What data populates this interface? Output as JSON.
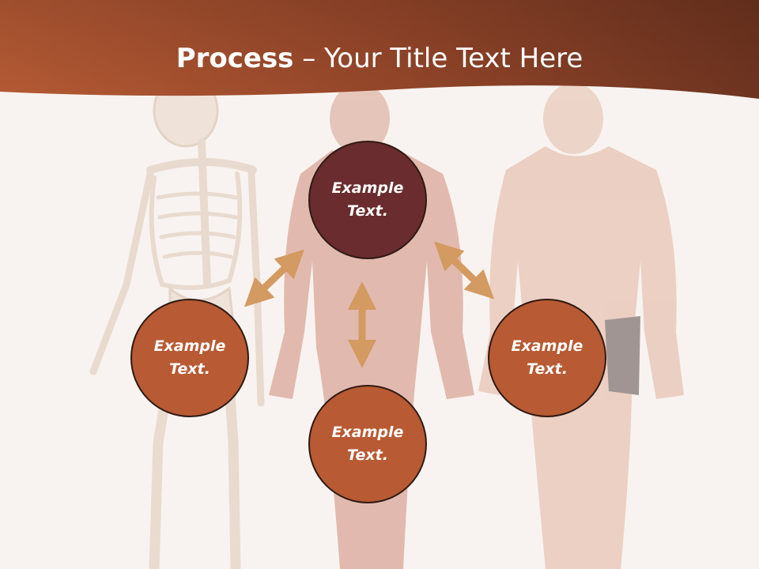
{
  "title": {
    "bold_part": "Process",
    "rest_part": " – Your Title Text Here"
  },
  "colors": {
    "header": "#9a4b2a",
    "node_center": "#6a2c2e",
    "node_outer": "#b85a33",
    "arrow": "#d39a62"
  },
  "diagram": {
    "nodes": [
      {
        "id": "top",
        "text": "Example\nText."
      },
      {
        "id": "left",
        "text": "Example\nText."
      },
      {
        "id": "bottom",
        "text": "Example\nText."
      },
      {
        "id": "right",
        "text": "Example\nText."
      }
    ]
  }
}
